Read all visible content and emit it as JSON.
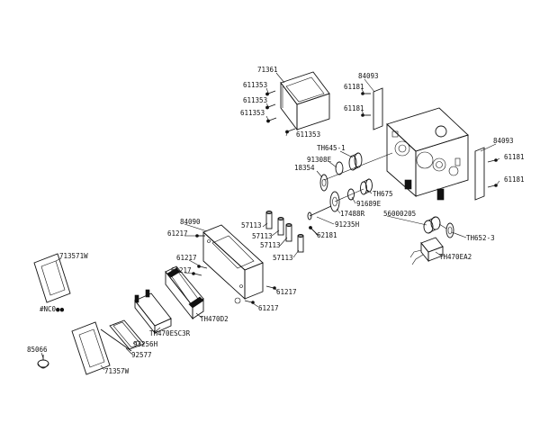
{
  "labels": {
    "p71361": "71361",
    "p611353a": "611353",
    "p611353b": "611353",
    "p611353c": "611353",
    "p611353d": "611353",
    "p84093a": "84093",
    "p61181a": "61181",
    "p61181b": "61181",
    "p84093b": "84093",
    "p61181c": "61181",
    "p61181d": "61181",
    "pTH645": "TH645-1",
    "p91308E": "91308E",
    "p18354": "18354",
    "pTH675": "TH675",
    "p91689E": "91689E",
    "p17488R": "17488R",
    "p91235H": "91235H",
    "p56000205": "56000205",
    "pTH652": "TH652-3",
    "pTH470EA2": "TH470EA2",
    "p62181": "62181",
    "p57113a": "57113",
    "p57113b": "57113",
    "p57113c": "57113",
    "p57113d": "57113",
    "p84090": "84090",
    "p61217a": "61217",
    "p61217b": "61217",
    "p61217c": "61217",
    "p61217d": "61217",
    "p61217e": "61217",
    "pTH470D2": "TH470D2",
    "p713571W": "713571W",
    "pNC": "#NC0●●",
    "pTH470ESC3R": "TH470ESC3R",
    "p93256H": "93256H",
    "p92577": "92577",
    "p85066": "85066",
    "p71357W": "71357W"
  }
}
